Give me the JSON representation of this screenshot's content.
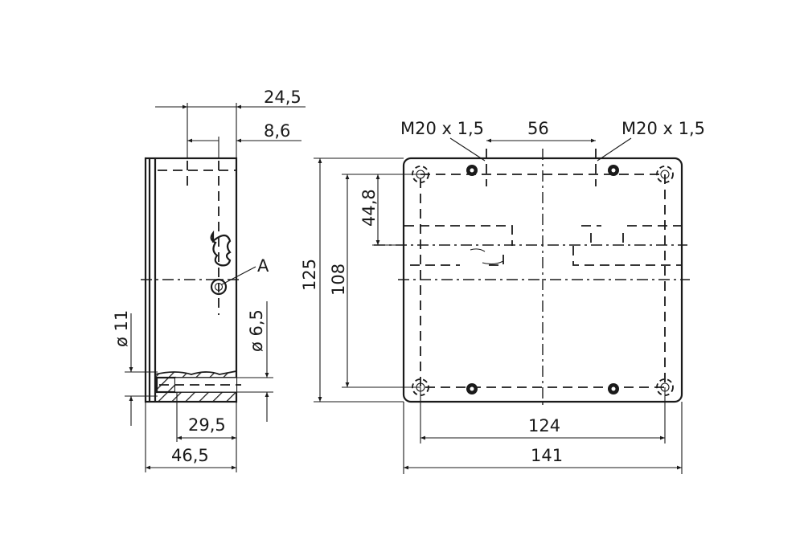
{
  "side_view": {
    "dim_depth_overall": "24,5",
    "dim_depth_inner": "8,6",
    "dim_hole_outer": "ø 11",
    "dim_hole_inner": "ø 6,5",
    "dim_width_inner": "29,5",
    "dim_width_overall": "46,5",
    "detail_label": "A"
  },
  "front_view": {
    "dim_height_overall": "125",
    "dim_height_inner": "108",
    "dim_offset": "44,8",
    "dim_thread_spacing": "56",
    "thread_left": "M20 x 1,5",
    "thread_right": "M20 x 1,5",
    "dim_width_inner": "124",
    "dim_width_overall": "141"
  }
}
